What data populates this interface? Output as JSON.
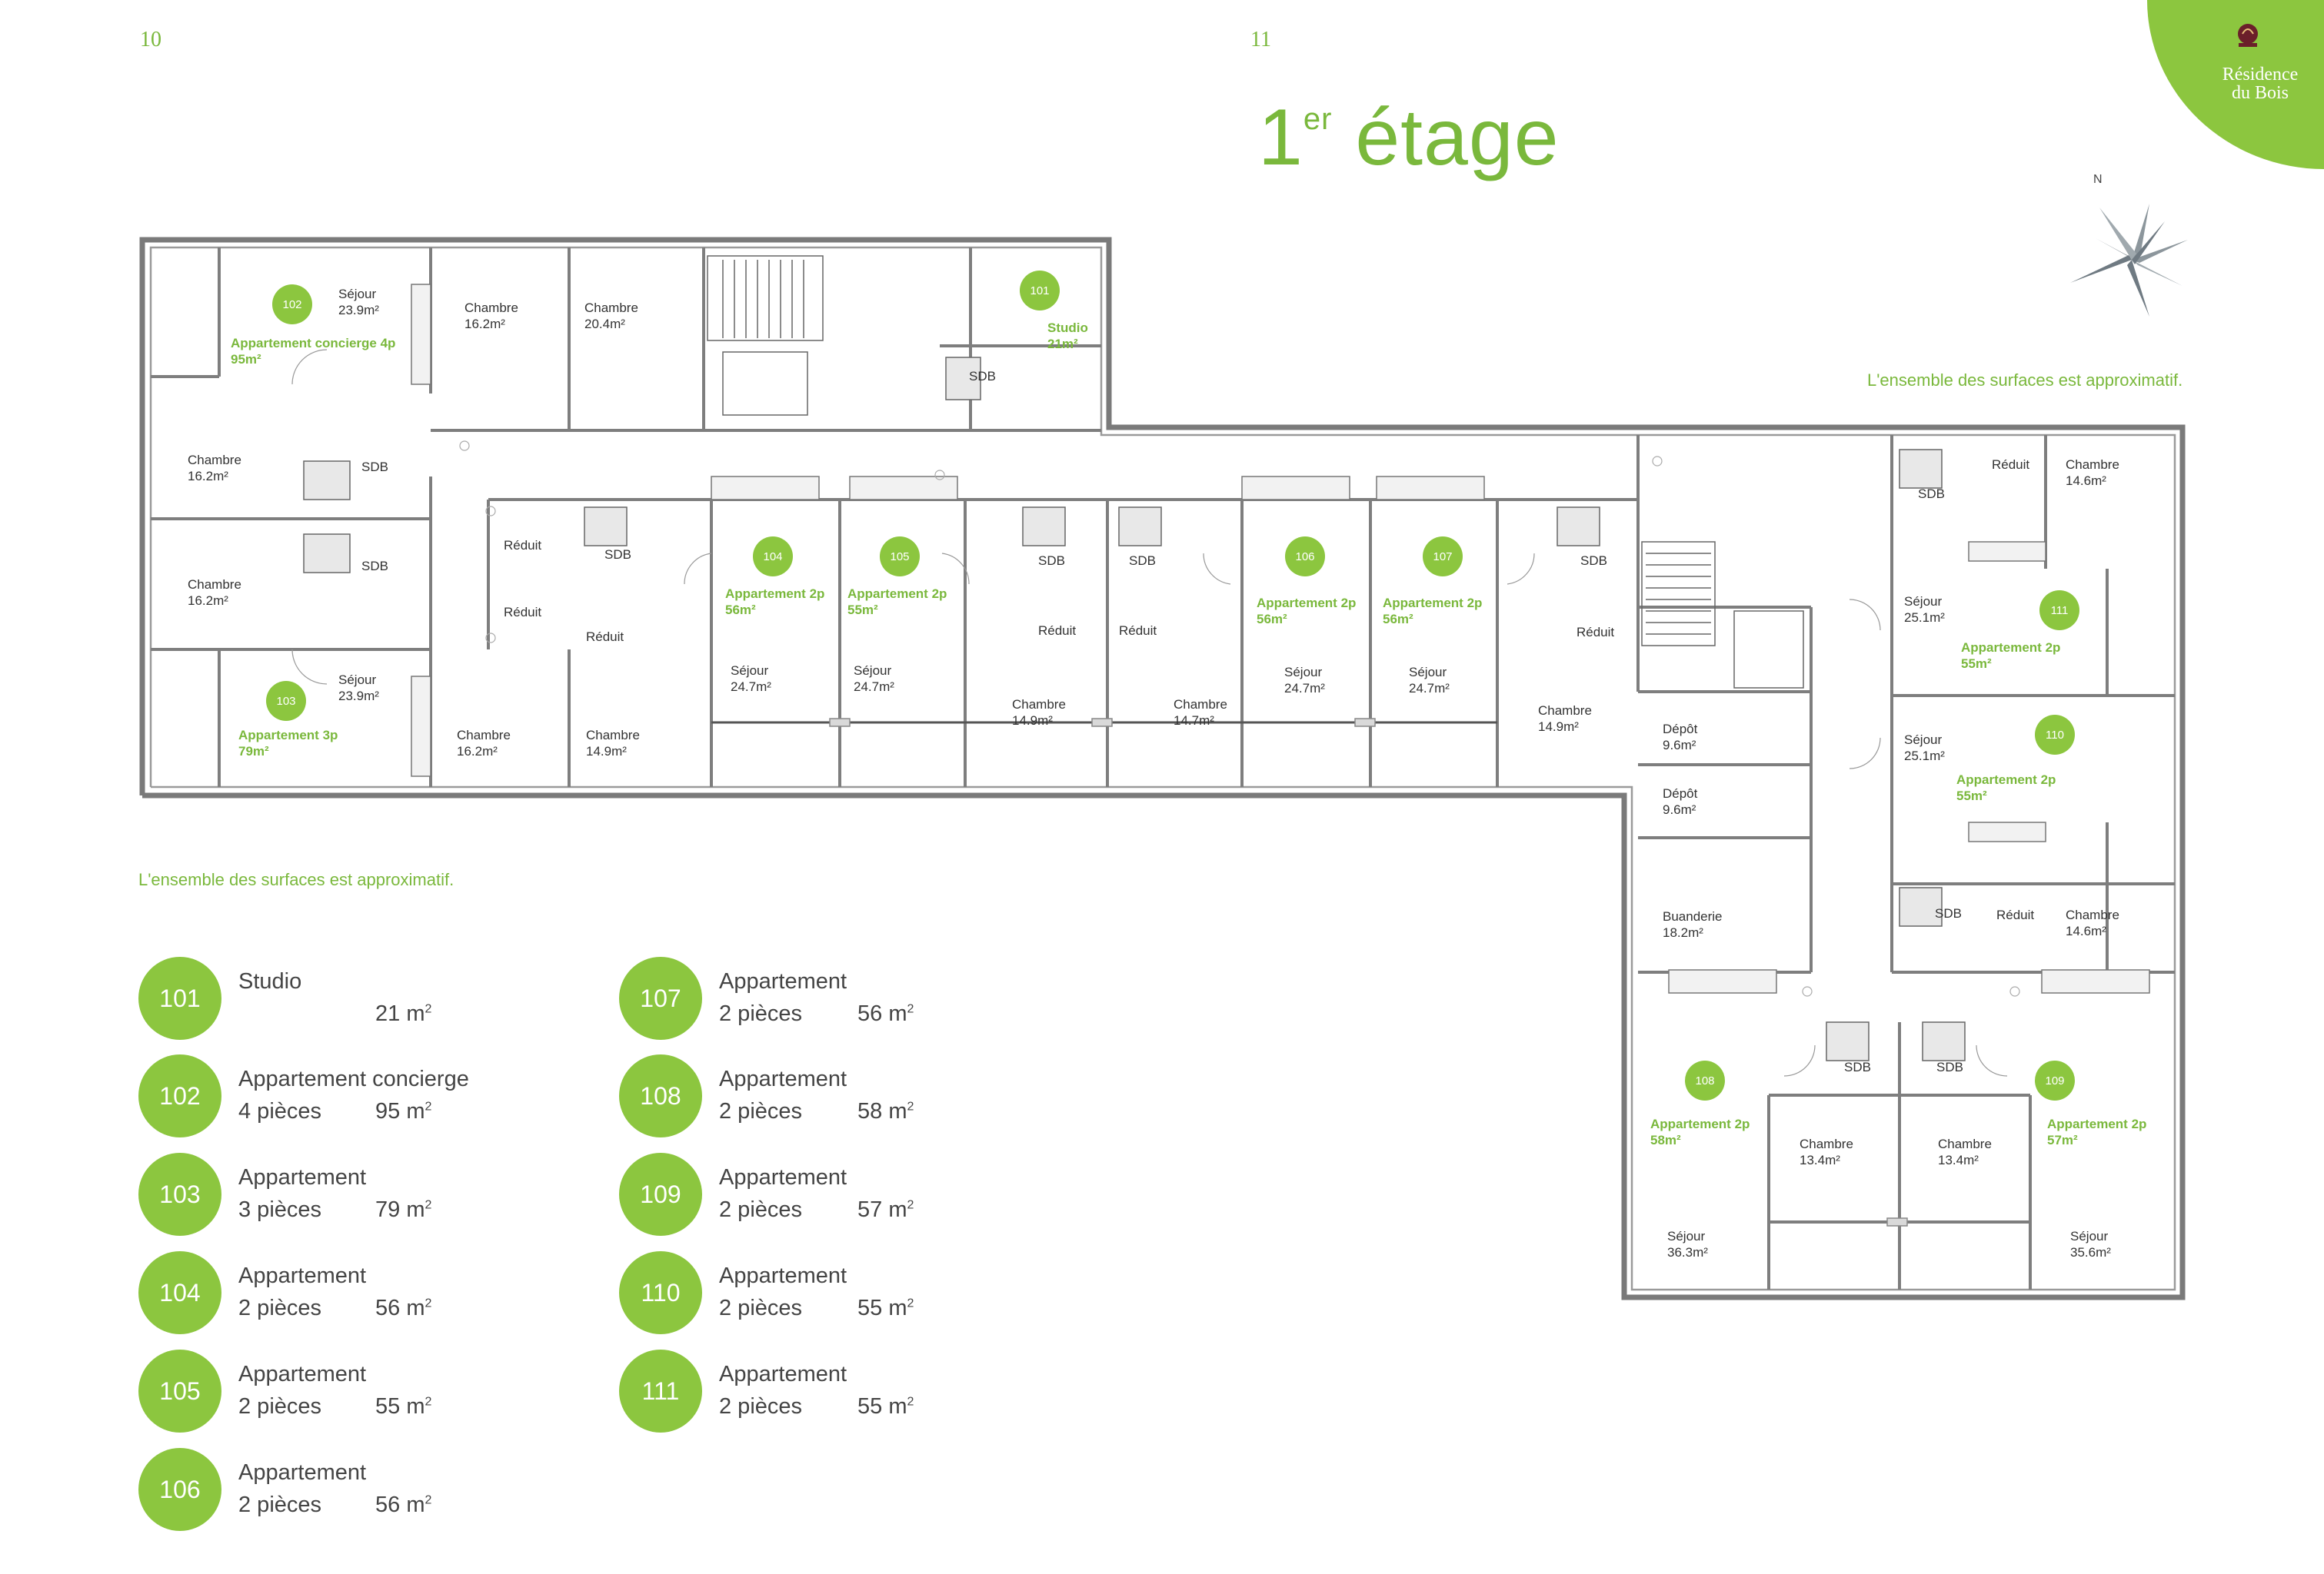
{
  "page_numbers": {
    "left": "10",
    "right": "11"
  },
  "brand": {
    "line1": "Résidence",
    "line2": "du Bois",
    "color": "#8cc63f"
  },
  "title": {
    "main": "1",
    "sup": "er",
    "rest": " étage"
  },
  "compass_n": "N",
  "note": "L'ensemble des surfaces est approximatif.",
  "rooms": [
    {
      "label": "Séjour",
      "area": "23.9m²"
    },
    {
      "label": "Chambre",
      "area": "16.2m²"
    },
    {
      "label": "Chambre",
      "area": "20.4m²"
    },
    {
      "label": "Chambre",
      "area": "16.2m²"
    },
    {
      "label": "SDB",
      "area": ""
    },
    {
      "label": "SDB",
      "area": ""
    },
    {
      "label": "Chambre",
      "area": "16.2m²"
    },
    {
      "label": "Réduit",
      "area": ""
    },
    {
      "label": "Réduit",
      "area": ""
    },
    {
      "label": "Séjour",
      "area": "23.9m²"
    },
    {
      "label": "Chambre",
      "area": "16.2m²"
    },
    {
      "label": "Chambre",
      "area": "14.9m²"
    },
    {
      "label": "SDB",
      "area": ""
    },
    {
      "label": "Réduit",
      "area": ""
    },
    {
      "label": "Séjour",
      "area": "24.7m²"
    },
    {
      "label": "Séjour",
      "area": "24.7m²"
    },
    {
      "label": "SDB",
      "area": ""
    },
    {
      "label": "Réduit",
      "area": ""
    },
    {
      "label": "Chambre",
      "area": "14.9m²"
    },
    {
      "label": "SDB",
      "area": ""
    },
    {
      "label": "Réduit",
      "area": ""
    },
    {
      "label": "Chambre",
      "area": "14.7m²"
    },
    {
      "label": "Séjour",
      "area": "24.7m²"
    },
    {
      "label": "Séjour",
      "area": "24.7m²"
    },
    {
      "label": "SDB",
      "area": ""
    },
    {
      "label": "Réduit",
      "area": ""
    },
    {
      "label": "Chambre",
      "area": "14.9m²"
    },
    {
      "label": "SDB",
      "area": ""
    },
    {
      "label": "Dépôt",
      "area": "9.6m²"
    },
    {
      "label": "Dépôt",
      "area": "9.6m²"
    },
    {
      "label": "Buanderie",
      "area": "18.2m²"
    },
    {
      "label": "SDB",
      "area": ""
    },
    {
      "label": "Réduit",
      "area": ""
    },
    {
      "label": "Chambre",
      "area": "14.6m²"
    },
    {
      "label": "Séjour",
      "area": "25.1m²"
    },
    {
      "label": "Séjour",
      "area": "25.1m²"
    },
    {
      "label": "SDB",
      "area": ""
    },
    {
      "label": "Réduit",
      "area": ""
    },
    {
      "label": "Chambre",
      "area": "14.6m²"
    },
    {
      "label": "SDB",
      "area": ""
    },
    {
      "label": "SDB",
      "area": ""
    },
    {
      "label": "Chambre",
      "area": "13.4m²"
    },
    {
      "label": "Chambre",
      "area": "13.4m²"
    },
    {
      "label": "Séjour",
      "area": "36.3m²"
    },
    {
      "label": "Séjour",
      "area": "35.6m²"
    }
  ],
  "units_on_plan": [
    {
      "no": "102",
      "name": "Appartement concierge 4p",
      "area": "95m²"
    },
    {
      "no": "101",
      "name": "Studio",
      "area": "21m²"
    },
    {
      "no": "103",
      "name": "Appartement 3p",
      "area": "79m²"
    },
    {
      "no": "104",
      "name": "Appartement 2p",
      "area": "56m²"
    },
    {
      "no": "105",
      "name": "Appartement 2p",
      "area": "55m²"
    },
    {
      "no": "106",
      "name": "Appartement 2p",
      "area": "56m²"
    },
    {
      "no": "107",
      "name": "Appartement 2p",
      "area": "56m²"
    },
    {
      "no": "111",
      "name": "Appartement 2p",
      "area": "55m²"
    },
    {
      "no": "110",
      "name": "Appartement 2p",
      "area": "55m²"
    },
    {
      "no": "108",
      "name": "Appartement 2p",
      "area": "58m²"
    },
    {
      "no": "109",
      "name": "Appartement 2p",
      "area": "57m²"
    }
  ],
  "legend": [
    {
      "no": "101",
      "name": "Studio",
      "rooms": "",
      "area": "21 m",
      "unit_sup": "2"
    },
    {
      "no": "102",
      "name": "Appartement concierge",
      "rooms": "4 pièces",
      "area": "95 m",
      "unit_sup": "2"
    },
    {
      "no": "103",
      "name": "Appartement",
      "rooms": "3 pièces",
      "area": "79 m",
      "unit_sup": "2"
    },
    {
      "no": "104",
      "name": "Appartement",
      "rooms": "2 pièces",
      "area": "56 m",
      "unit_sup": "2"
    },
    {
      "no": "105",
      "name": "Appartement",
      "rooms": "2 pièces",
      "area": "55 m",
      "unit_sup": "2"
    },
    {
      "no": "106",
      "name": "Appartement",
      "rooms": "2 pièces",
      "area": "56 m",
      "unit_sup": "2"
    },
    {
      "no": "107",
      "name": "Appartement",
      "rooms": "2 pièces",
      "area": "56 m",
      "unit_sup": "2"
    },
    {
      "no": "108",
      "name": "Appartement",
      "rooms": "2 pièces",
      "area": "58 m",
      "unit_sup": "2"
    },
    {
      "no": "109",
      "name": "Appartement",
      "rooms": "2 pièces",
      "area": "57 m",
      "unit_sup": "2"
    },
    {
      "no": "110",
      "name": "Appartement",
      "rooms": "2 pièces",
      "area": "55 m",
      "unit_sup": "2"
    },
    {
      "no": "111",
      "name": "Appartement",
      "rooms": "2 pièces",
      "area": "55 m",
      "unit_sup": "2"
    }
  ]
}
